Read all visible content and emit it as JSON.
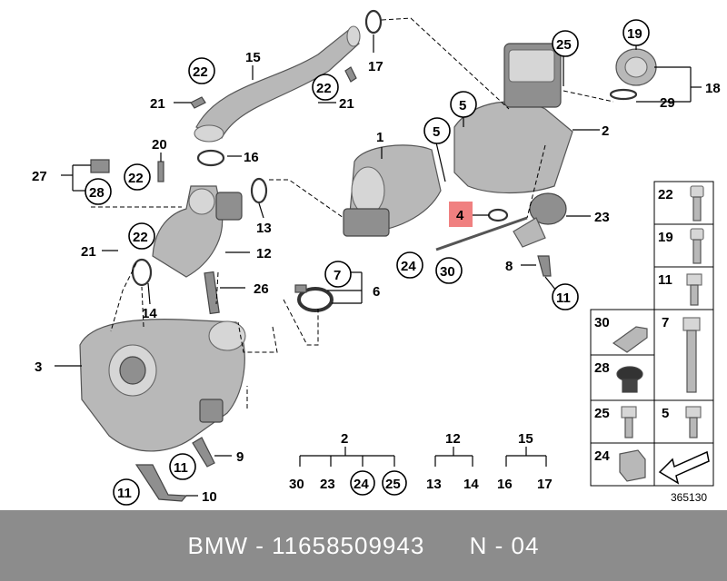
{
  "diagram_id": "365130",
  "footer": {
    "text": "BMW - 11658509943      N - 04"
  },
  "highlight_color": "#f08080",
  "callouts": {
    "c1": "1",
    "c2": "2",
    "c3": "3",
    "c4": "4",
    "c5a": "5",
    "c5b": "5",
    "c6": "6",
    "c7": "7",
    "c8": "8",
    "c9": "9",
    "c10": "10",
    "c11a": "11",
    "c11b": "11",
    "c11c": "11",
    "c12": "12",
    "c13": "13",
    "c14": "14",
    "c15": "15",
    "c16": "16",
    "c17": "17",
    "c18": "18",
    "c19": "19",
    "c20": "20",
    "c21a": "21",
    "c21b": "21",
    "c21c": "21",
    "c22a": "22",
    "c22b": "22",
    "c22c": "22",
    "c22d": "22",
    "c23": "23",
    "c24": "24",
    "c25": "25",
    "c26": "26",
    "c27": "27",
    "c28": "28",
    "c29": "29",
    "c30": "30"
  },
  "groups": [
    {
      "parent": "2",
      "children": [
        "30",
        "23",
        "24",
        "25"
      ]
    },
    {
      "parent": "12",
      "children": [
        "13",
        "14"
      ]
    },
    {
      "parent": "15",
      "children": [
        "16",
        "17"
      ]
    }
  ],
  "legend": [
    "22",
    "19",
    "11",
    "30",
    "7",
    "28",
    "25",
    "5",
    "24"
  ]
}
